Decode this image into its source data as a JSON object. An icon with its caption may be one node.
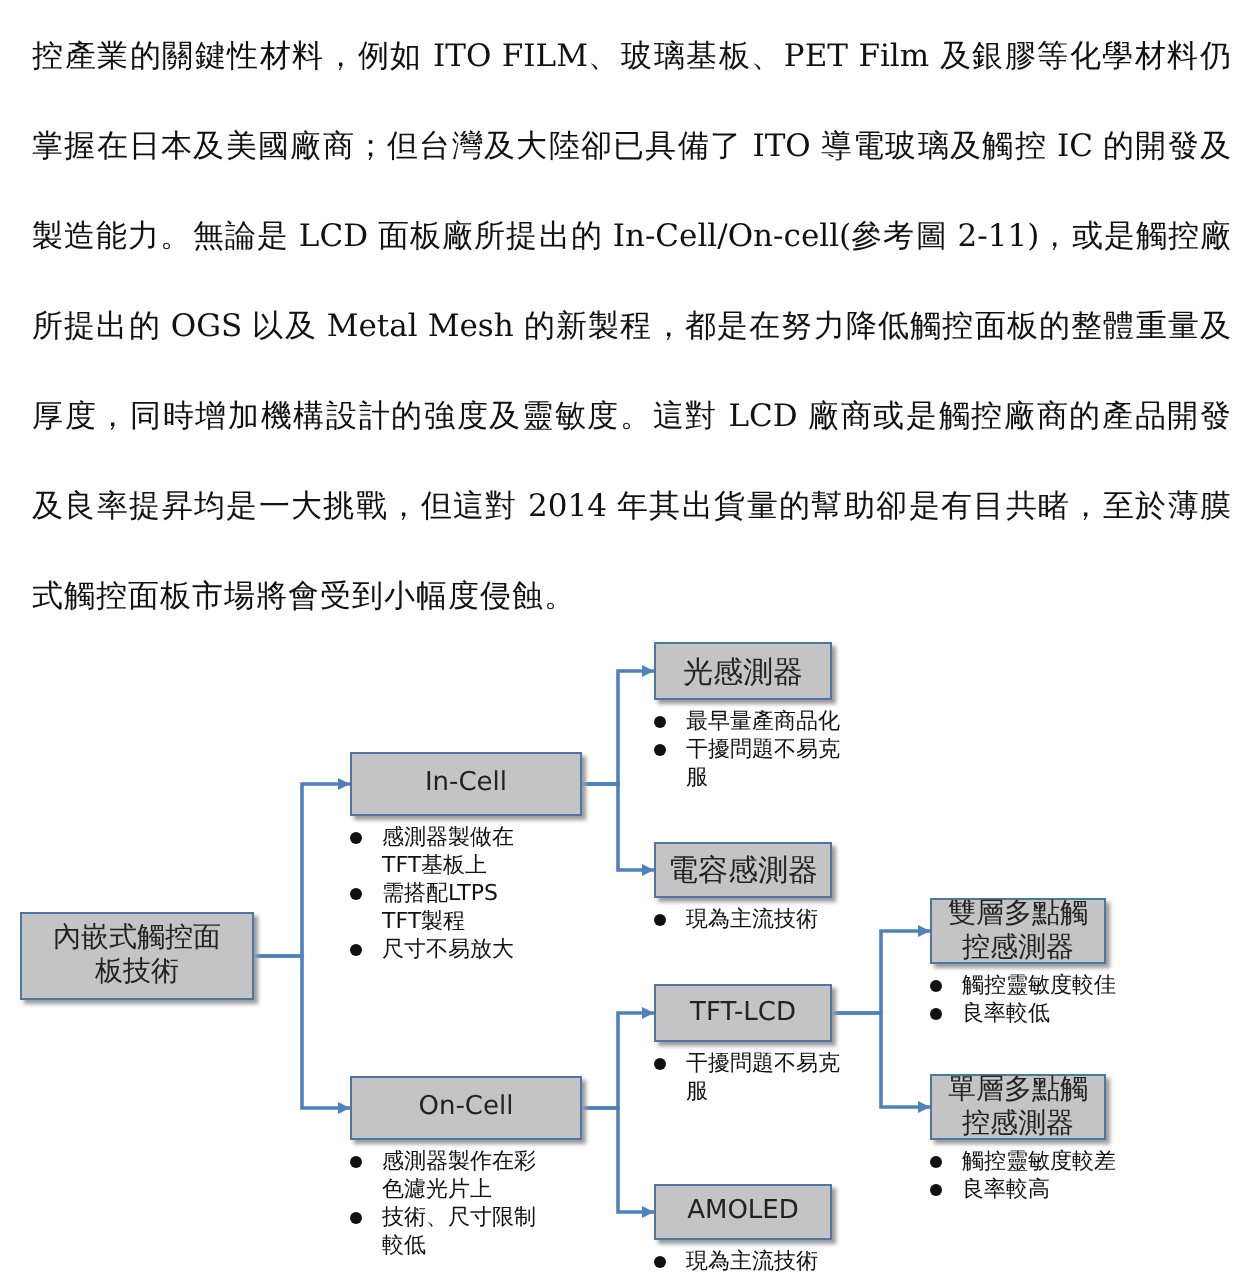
{
  "diagram": {
    "nodes": [
      {
        "text": [
          "內嵌式觸控面板技術"
        ]
      },
      {
        "text": [
          "In-Cell"
        ],
        "beside": [
          "感測器製做在TFT基板上",
          "需搭配LTPS TFT製程",
          "尺寸不易放大"
        ]
      },
      {
        "text": [
          "On-Cell"
        ],
        "beside": [
          "感測器製作在彩色濾光片上",
          "技術、尺寸限制較低"
        ]
      },
      {
        "text": [
          "光感測器"
        ],
        "beside": [
          "最早量產商品化",
          "干擾問題不易克服"
        ]
      },
      {
        "text": [
          "電容感測器"
        ],
        "beside": [
          "現為主流技術"
        ]
      },
      {
        "text": [
          "TFT-LCD"
        ],
        "beside": [
          "干擾問題不易克服"
        ]
      },
      {
        "text": [
          "AMOLED"
        ],
        "beside": [
          "現為主流技術"
        ]
      },
      {
        "text": [
          "雙層多點觸控感測器"
        ],
        "beside": [
          "觸控靈敏度較佳",
          "良率較低"
        ]
      },
      {
        "text": [
          "單層多點觸控感測器"
        ],
        "beside": [
          "觸控靈敏度較差",
          "良率較高"
        ]
      }
    ],
    "edges": [
      {
        "from": 0,
        "to": 1,
        "arrow": "to"
      },
      {
        "from": 0,
        "to": 2,
        "arrow": "to"
      },
      {
        "from": 1,
        "to": 3,
        "arrow": "to"
      },
      {
        "from": 1,
        "to": 4,
        "arrow": "to"
      },
      {
        "from": 2,
        "to": 5,
        "arrow": "to"
      },
      {
        "from": 2,
        "to": 6,
        "arrow": "to"
      },
      {
        "from": 5,
        "to": 7,
        "arrow": "to"
      },
      {
        "from": 5,
        "to": 8,
        "arrow": "to"
      }
    ],
    "labels": [
      "控產業的關鍵性材料，例如 ITO FILM、玻璃基板、PET Film 及銀膠等化學材料仍掌握在日本及美國廠商；但台灣及大陸卻已具備了 ITO 導電玻璃及觸控 IC 的開發及製造能力。無論是 LCD 面板廠所提出的 In-Cell/On-cell(參考圖 2-11)，或是觸控廠所提出的 OGS 以及 Metal Mesh 的新製程，都是在努力降低觸控面板的整體重量及厚度，同時增加機構設計的強度及靈敏度。這對 LCD 廠商或是觸控廠商的產品開發及良率提昇均是一大挑戰，但這對 2014 年其出貨量的幫助卻是有目共睹，至於薄膜式觸控面板市場將會受到小幅度侵蝕。"
    ]
  }
}
